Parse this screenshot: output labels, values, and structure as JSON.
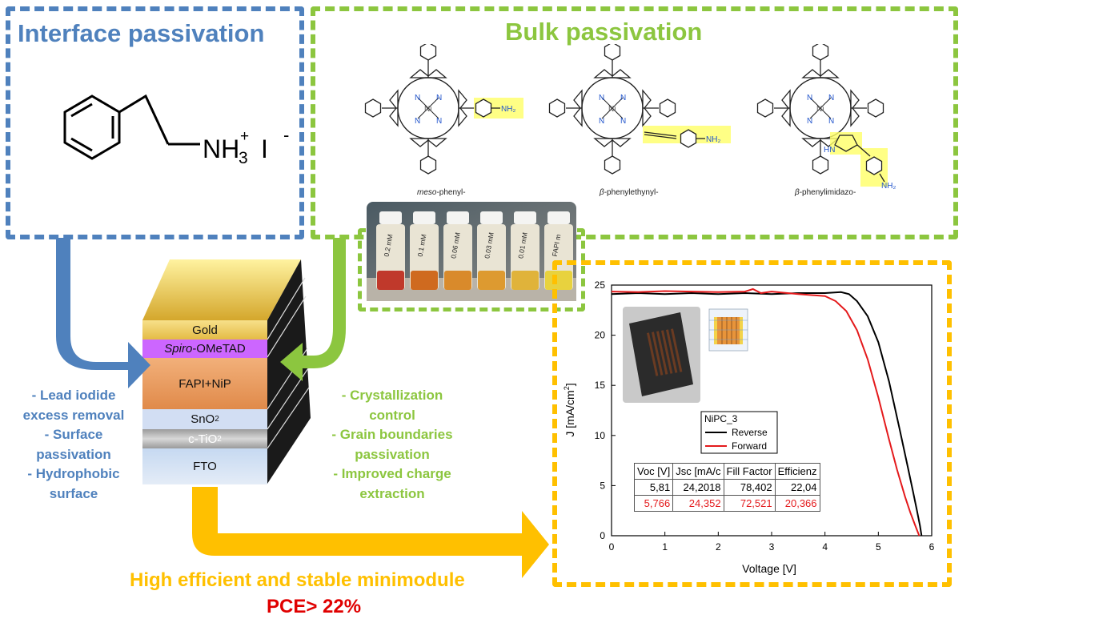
{
  "interface": {
    "title": "Interface passivation",
    "formula_main": "NH",
    "formula_sub": "3",
    "formula_plus": "+",
    "formula_anion": "I",
    "formula_minus": "-",
    "benefits": [
      "- Lead iodide",
      "excess removal",
      "- Surface",
      "passivation",
      "- Hydrophobic",
      "surface"
    ],
    "color": "#4f81bd"
  },
  "bulk": {
    "title": "Bulk passivation",
    "molecule_labels": [
      {
        "prefix": "meso",
        "suffix": "-phenyl-"
      },
      {
        "prefix": "β",
        "suffix": "-phenylethynyl-"
      },
      {
        "prefix": "β",
        "suffix": "-phenylimidazo-"
      }
    ],
    "atom_n": "N",
    "atom_ni": "Ni",
    "atom_nh2": "NH₂",
    "atom_hn": "HN",
    "vial_labels": [
      "0.2 mM",
      "0.1 mM",
      "0.06 mM",
      "0.03 mM",
      "0.01 mM",
      "FAPI m"
    ],
    "benefits": [
      "- Crystallization",
      "control",
      "- Grain boundaries",
      "passivation",
      "- Improved charge",
      "extraction"
    ],
    "color": "#8cc63f"
  },
  "stack": {
    "layers": [
      {
        "label": "Gold",
        "color": "#f5d569"
      },
      {
        "label_italic": "Spiro",
        "label": "-OMeTAD",
        "color": "#cc66ff"
      },
      {
        "label": "FAPI+NiP",
        "color": "#e89a5c"
      },
      {
        "label": "SnO",
        "sub": "2",
        "color": "#c9daf8"
      },
      {
        "label": "c-TiO",
        "sub": "2",
        "color": "#bfbfbf"
      },
      {
        "label": "FTO",
        "color": "#c6d9f1"
      }
    ]
  },
  "result": {
    "headline": "High efficient and stable minimodule",
    "pce": "PCE> 22%",
    "headline_color": "#ffc000",
    "pce_color": "#e00000"
  },
  "chart_data": {
    "type": "line",
    "xlabel": "Voltage [V]",
    "ylabel": "J [mA/cm",
    "ylabel_sup": "2",
    "ylabel_end": "]",
    "xlim": [
      0,
      6
    ],
    "ylim": [
      0,
      25
    ],
    "xticks": [
      0,
      1,
      2,
      3,
      4,
      5,
      6
    ],
    "yticks": [
      0,
      5,
      10,
      15,
      20,
      25
    ],
    "legend_title": "NiPC_3",
    "series": [
      {
        "name": "Reverse",
        "color": "#000000",
        "x": [
          0,
          0.5,
          1,
          1.5,
          2,
          2.5,
          3,
          3.5,
          4,
          4.3,
          4.45,
          4.6,
          4.8,
          5.0,
          5.2,
          5.4,
          5.55,
          5.65,
          5.72,
          5.78,
          5.81
        ],
        "y": [
          24.1,
          24.2,
          24.1,
          24.2,
          24.1,
          24.2,
          24.1,
          24.2,
          24.2,
          24.3,
          24.1,
          23.4,
          21.9,
          19.3,
          15.4,
          10.6,
          6.9,
          4.4,
          2.6,
          1.0,
          0
        ]
      },
      {
        "name": "Forward",
        "color": "#e41a1c",
        "x": [
          0,
          0.5,
          1,
          1.5,
          2,
          2.5,
          2.65,
          2.8,
          3,
          3.5,
          4,
          4.2,
          4.4,
          4.6,
          4.8,
          5.0,
          5.2,
          5.35,
          5.5,
          5.6,
          5.7,
          5.766
        ],
        "y": [
          24.35,
          24.3,
          24.4,
          24.35,
          24.3,
          24.35,
          24.6,
          24.2,
          24.35,
          24.1,
          23.9,
          23.4,
          22.4,
          20.5,
          17.6,
          13.8,
          9.6,
          6.6,
          3.9,
          2.3,
          0.9,
          0
        ]
      }
    ],
    "table": {
      "headers": [
        "Voc [V]",
        "Jsc [mA/c",
        "Fill Factor",
        "Efficienz"
      ],
      "rows": [
        {
          "values": [
            "5,81",
            "24,2018",
            "78,402",
            "22,04"
          ],
          "color": "#000000"
        },
        {
          "values": [
            "5,766",
            "24,352",
            "72,521",
            "20,366"
          ],
          "color": "#e41a1c"
        }
      ]
    }
  }
}
